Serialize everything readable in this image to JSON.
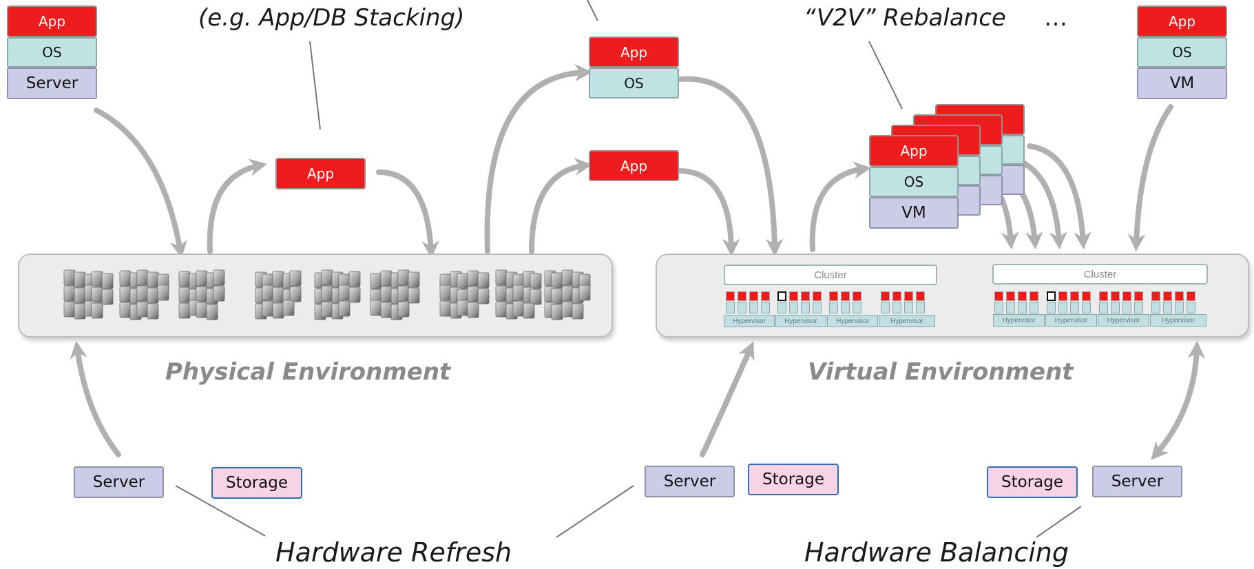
{
  "labels": {
    "app": "App",
    "os": "OS",
    "server": "Server",
    "vm": "VM",
    "storage": "Storage",
    "cluster": "Cluster",
    "hypervisor": "Hypervisor"
  },
  "captions": {
    "stacking": "(e.g. App/DB Stacking)",
    "v2v": "“V2V” Rebalance",
    "ellipsis": "…",
    "physical_env": "Physical Environment",
    "virtual_env": "Virtual Environment",
    "hardware_refresh": "Hardware Refresh",
    "hardware_balancing": "Hardware Balancing"
  },
  "colors": {
    "app": "#ee1c1c",
    "os": "#bfe3e3",
    "server": "#cccce8",
    "storage": "#f8d3e6",
    "arrow": "#b0b0b0",
    "env_label": "#8a8a8a"
  },
  "icons": [
    "server-farm-icon"
  ]
}
